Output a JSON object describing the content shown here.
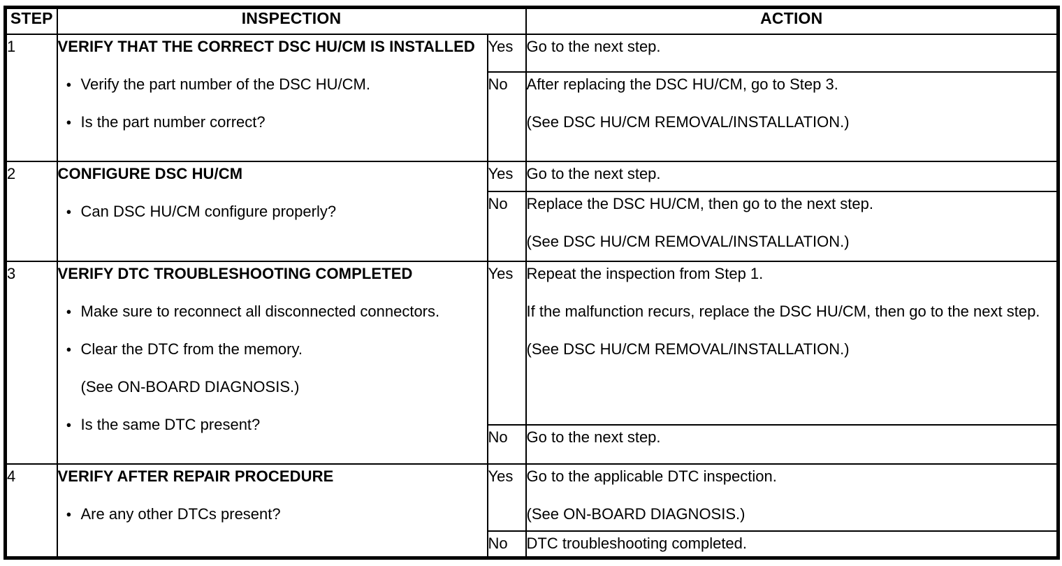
{
  "glyphs": {
    "bullet": "●"
  },
  "colors": {
    "border": "#000000",
    "text": "#000000",
    "background": "#ffffff"
  },
  "header": {
    "step": "STEP",
    "inspection": "INSPECTION",
    "action": "ACTION"
  },
  "steps": [
    {
      "number": "1",
      "title": "VERIFY THAT THE CORRECT DSC HU/CM IS INSTALLED",
      "items": [
        {
          "bullet": true,
          "text": "Verify the part number of the DSC HU/CM."
        },
        {
          "bullet": true,
          "text": "Is the part number correct?"
        }
      ],
      "yes": {
        "label": "Yes",
        "paragraphs": [
          "Go to the next step."
        ]
      },
      "no": {
        "label": "No",
        "paragraphs": [
          "After replacing the DSC HU/CM, go to Step 3.",
          "(See DSC HU/CM REMOVAL/INSTALLATION.)"
        ]
      }
    },
    {
      "number": "2",
      "title": "CONFIGURE DSC HU/CM",
      "items": [
        {
          "bullet": true,
          "text": "Can DSC HU/CM configure properly?"
        }
      ],
      "yes": {
        "label": "Yes",
        "paragraphs": [
          "Go to the next step."
        ]
      },
      "no": {
        "label": "No",
        "paragraphs": [
          "Replace the DSC HU/CM, then go to the next step.",
          "(See DSC HU/CM REMOVAL/INSTALLATION.)"
        ]
      }
    },
    {
      "number": "3",
      "title": "VERIFY DTC TROUBLESHOOTING COMPLETED",
      "items": [
        {
          "bullet": true,
          "text": "Make sure to reconnect all disconnected connectors."
        },
        {
          "bullet": true,
          "text": "Clear the DTC from the memory."
        },
        {
          "bullet": false,
          "text": "(See ON-BOARD DIAGNOSIS.)"
        },
        {
          "bullet": true,
          "text": "Is the same DTC present?"
        }
      ],
      "yes": {
        "label": "Yes",
        "paragraphs": [
          "Repeat the inspection from Step 1.",
          "If the malfunction recurs, replace the DSC HU/CM, then go to the next step.",
          "(See DSC HU/CM REMOVAL/INSTALLATION.)"
        ]
      },
      "no": {
        "label": "No",
        "paragraphs": [
          "Go to the next step."
        ]
      }
    },
    {
      "number": "4",
      "title": "VERIFY AFTER REPAIR PROCEDURE",
      "items": [
        {
          "bullet": true,
          "text": "Are any other DTCs present?"
        }
      ],
      "yes": {
        "label": "Yes",
        "paragraphs": [
          "Go to the applicable DTC inspection.",
          "(See ON-BOARD DIAGNOSIS.)"
        ]
      },
      "no": {
        "label": "No",
        "paragraphs": [
          "DTC troubleshooting completed."
        ]
      }
    }
  ]
}
